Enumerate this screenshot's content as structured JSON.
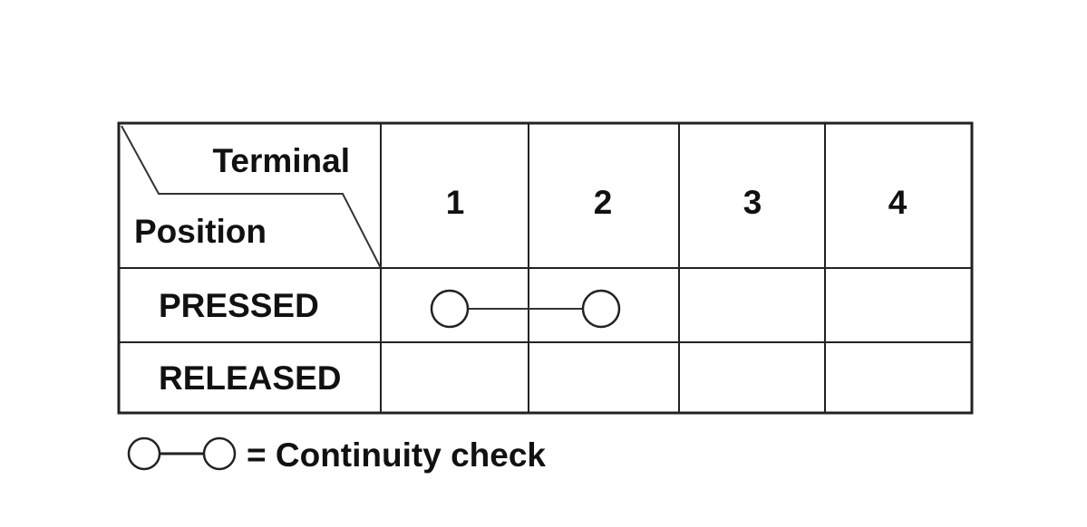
{
  "table": {
    "header_corner": {
      "top_label": "Terminal",
      "bottom_label": "Position"
    },
    "terminals": [
      "1",
      "2",
      "3",
      "4"
    ],
    "rows": [
      {
        "position": "PRESSED",
        "continuity_between_terminals": [
          "1",
          "2"
        ]
      },
      {
        "position": "RELEASED",
        "continuity_between_terminals": []
      }
    ]
  },
  "legend": {
    "text": "= Continuity check"
  },
  "colors": {
    "line": "#222222",
    "text": "#111111",
    "background": "#ffffff"
  }
}
